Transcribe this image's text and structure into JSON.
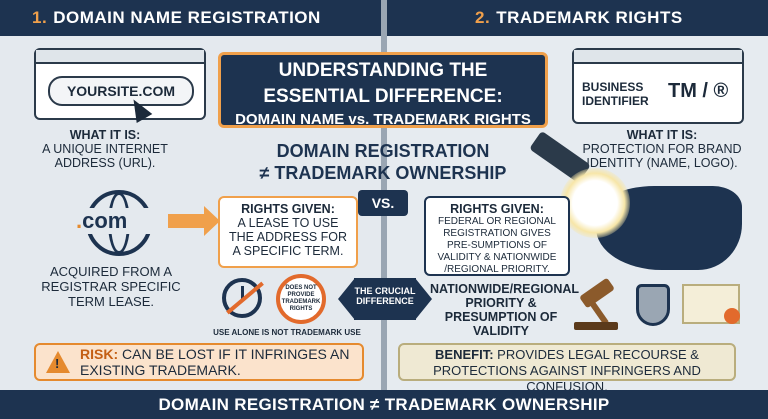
{
  "header": {
    "left_num": "1.",
    "left_title": "DOMAIN NAME REGISTRATION",
    "right_num": "2.",
    "right_title": "TRADEMARK RIGHTS"
  },
  "left": {
    "url": "YOURSITE.COM",
    "what_it_is_label": "WHAT IT IS:",
    "what_it_is_text": "A UNIQUE INTERNET ADDRESS (URL).",
    "globe_text_dot": ".",
    "globe_text": "com",
    "acquired": "ACQUIRED FROM A REGISTRAR SPECIFIC TERM LEASE.",
    "rights_label": "RIGHTS GIVEN:",
    "rights_text": "A LEASE TO USE THE ADDRESS FOR A SPECIFIC TERM.",
    "nosign_text": "DOES NOT PROVIDE TRADEMARK RIGHTS",
    "use_alone": "USE ALONE IS NOT TRADEMARK USE",
    "risk_label": "RISK:",
    "risk_text": "CAN BE LOST IF IT INFRINGES AN EXISTING TRADEMARK."
  },
  "center": {
    "title_l1": "UNDERSTANDING THE",
    "title_l2": "ESSENTIAL DIFFERENCE:",
    "title_l3": "DOMAIN NAME vs. TRADEMARK RIGHTS",
    "big_l1": "DOMAIN REGISTRATION",
    "big_l2": "≠ TRADEMARK OWNERSHIP",
    "vs": "VS.",
    "crucial": "THE CRUCIAL DIFFERENCE"
  },
  "right": {
    "business_identifier": "BUSINESS IDENTIFIER",
    "tm": "TM / ®",
    "what_it_is_label": "WHAT IT IS:",
    "what_it_is_text": "PROTECTION FOR BRAND IDENTITY (NAME, LOGO).",
    "rights_label": "RIGHTS GIVEN:",
    "rights_text": "FEDERAL OR REGIONAL REGISTRATION GIVES PRE-SUMPTIONS OF VALIDITY & NATIONWIDE /REGIONAL PRIORITY.",
    "priority": "NATIONWIDE/REGIONAL PRIORITY & PRESUMPTION OF VALIDITY",
    "benefit_label": "BENEFIT:",
    "benefit_text": "PROVIDES LEGAL RECOURSE & PROTECTIONS AGAINST INFRINGERS AND CONFUSION."
  },
  "footer": "DOMAIN REGISTRATION ≠ TRADEMARK OWNERSHIP",
  "colors": {
    "navy": "#1d3350",
    "orange": "#f0a04b",
    "risk_bg": "#fbe3cc",
    "benefit_bg": "#efe9d3"
  }
}
